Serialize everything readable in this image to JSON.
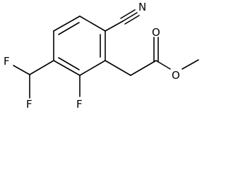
{
  "molecule": {
    "atoms": {
      "nitrile_n": "N",
      "carbonyl_o": "O",
      "ester_o": "O",
      "fluoro": "F",
      "difluoromethyl_f1": "F",
      "difluoromethyl_f2": "F"
    },
    "colors": {
      "bonds": "#000000",
      "labels": "#000000",
      "background": "#ffffff"
    }
  }
}
